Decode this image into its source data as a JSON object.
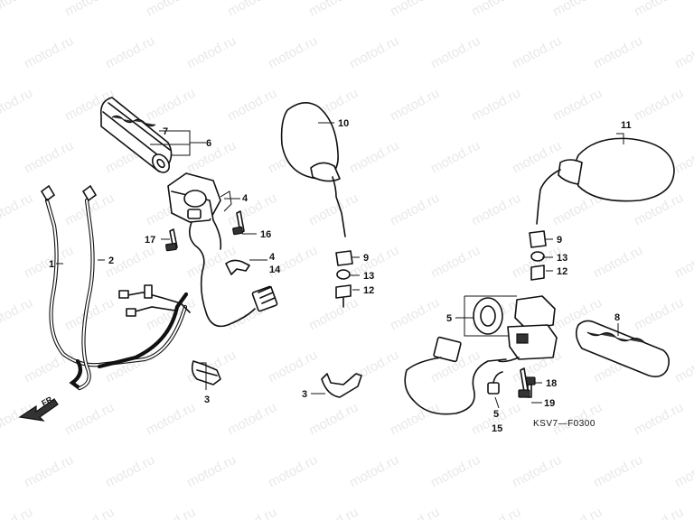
{
  "watermark": "motod.ru",
  "diagram_code": "KSV7—F0300",
  "direction_label": "FR.",
  "callouts": [
    {
      "id": "c7",
      "text": "7"
    },
    {
      "id": "c6",
      "text": "6"
    },
    {
      "id": "c10",
      "text": "10"
    },
    {
      "id": "c11",
      "text": "11"
    },
    {
      "id": "c4a",
      "text": "4"
    },
    {
      "id": "c17",
      "text": "17"
    },
    {
      "id": "c16",
      "text": "16"
    },
    {
      "id": "c4b",
      "text": "4"
    },
    {
      "id": "c14",
      "text": "14"
    },
    {
      "id": "c1",
      "text": "1"
    },
    {
      "id": "c2",
      "text": "2"
    },
    {
      "id": "c9a",
      "text": "9"
    },
    {
      "id": "c13a",
      "text": "13"
    },
    {
      "id": "c12a",
      "text": "12"
    },
    {
      "id": "c9b",
      "text": "9"
    },
    {
      "id": "c13b",
      "text": "13"
    },
    {
      "id": "c12b",
      "text": "12"
    },
    {
      "id": "c5a",
      "text": "5"
    },
    {
      "id": "c8",
      "text": "8"
    },
    {
      "id": "c3a",
      "text": "3"
    },
    {
      "id": "c3b",
      "text": "3"
    },
    {
      "id": "c18",
      "text": "18"
    },
    {
      "id": "c19",
      "text": "19"
    },
    {
      "id": "c5b",
      "text": "5"
    },
    {
      "id": "c15",
      "text": "15"
    }
  ]
}
